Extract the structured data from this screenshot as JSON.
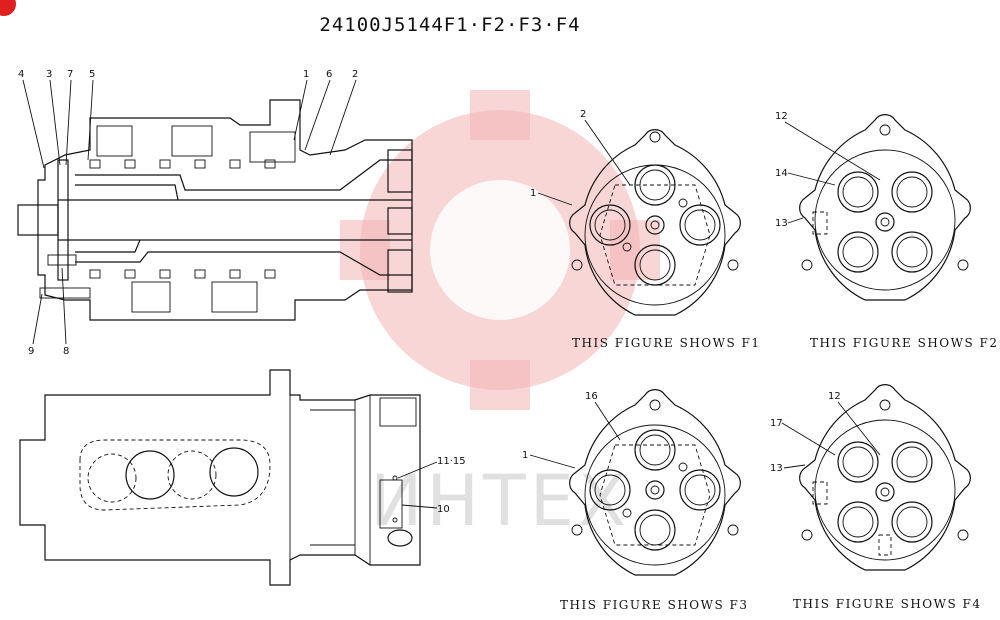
{
  "title": "24100J5144F1·F2·F3·F4",
  "watermark_text": "ИНТЕХ",
  "captions": {
    "f1": "THIS FIGURE SHOWS F1",
    "f2": "THIS FIGURE SHOWS F2",
    "f3": "THIS FIGURE SHOWS F3",
    "f4": "THIS FIGURE SHOWS F4"
  },
  "part_labels": {
    "section_view": [
      "4",
      "3",
      "7",
      "5",
      "1",
      "6",
      "2",
      "9",
      "8"
    ],
    "side_view": [
      "11·15",
      "10"
    ],
    "f1": [
      "2",
      "1"
    ],
    "f2": [
      "12",
      "14",
      "13"
    ],
    "f3": [
      "16",
      "1"
    ],
    "f4": [
      "12",
      "17",
      "13"
    ]
  },
  "colors": {
    "line": "#111111",
    "badge": "#e02020",
    "watermark": "#f3b4b4"
  }
}
